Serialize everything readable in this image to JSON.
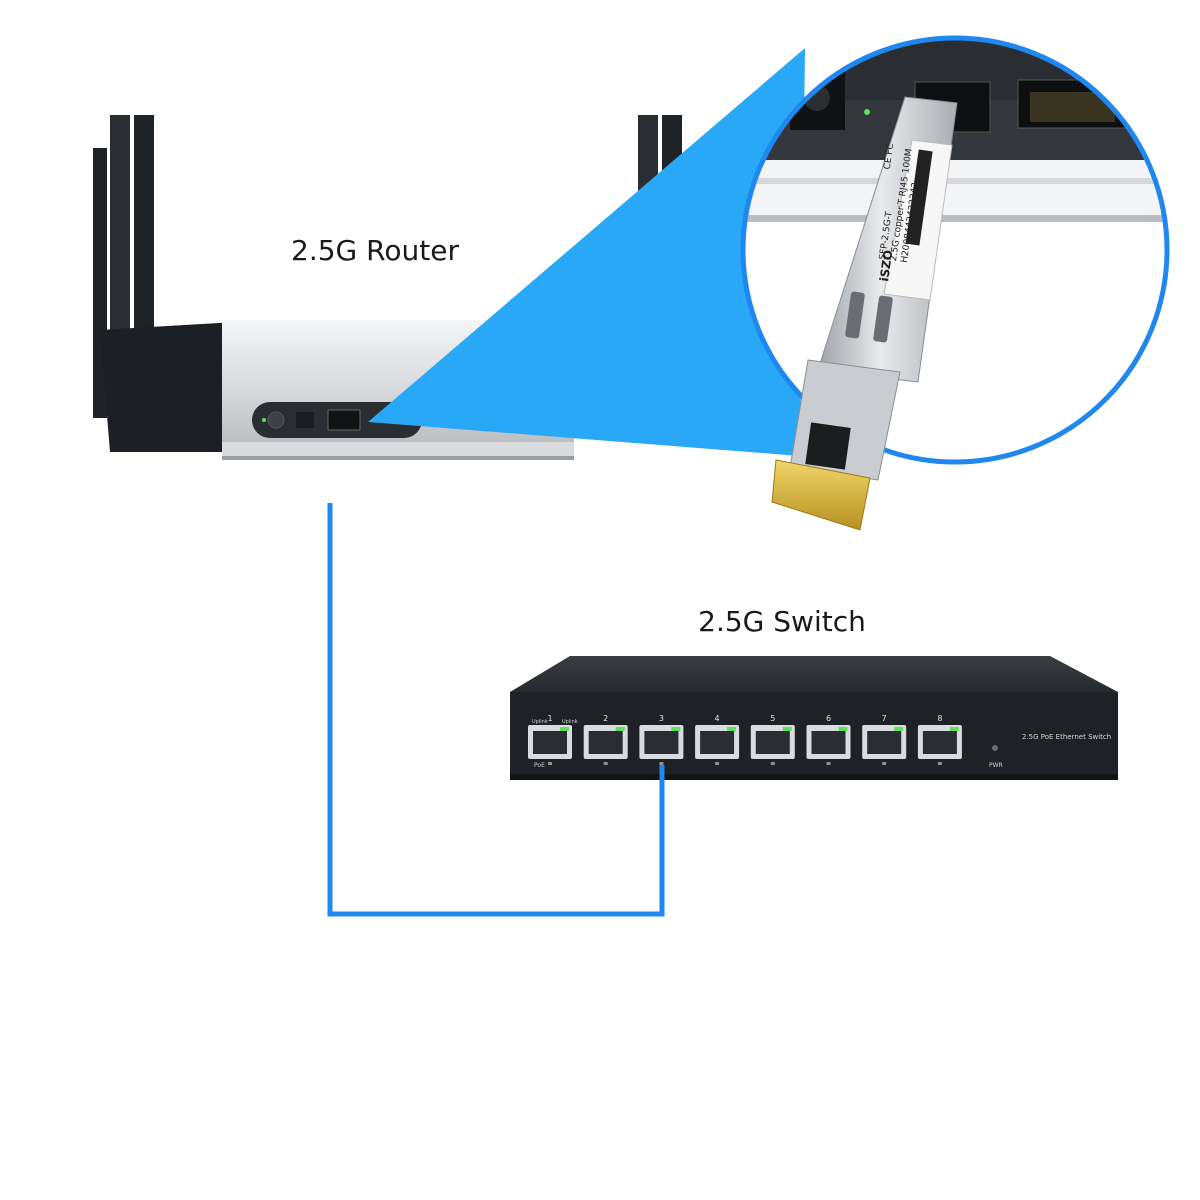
{
  "labels": {
    "router": "2.5G Router",
    "switch": "2.5G Switch"
  },
  "module": {
    "line1": "SFP-2.5G-T",
    "line2": "2.5G copper-T RJ45 100M",
    "line3": "H2008442422342",
    "marks": "CE FC",
    "brand": "iSZO"
  },
  "switch": {
    "port_numbers": [
      "1",
      "2",
      "3",
      "4",
      "5",
      "6",
      "7",
      "8"
    ],
    "uplink_text_a": "Uplink",
    "uplink_text_b": "Uplink",
    "poe_text": "PoE",
    "model_text": "2.5G PoE Ethernet Switch",
    "pwr_text": "PWR"
  },
  "colors": {
    "beam": "#2aa8f8",
    "cable": "#1e88f0",
    "device_dark": "#23262b",
    "router_silver": "#e3e5e8",
    "gold": "#d8b23a",
    "led_green": "#5fe05a"
  }
}
